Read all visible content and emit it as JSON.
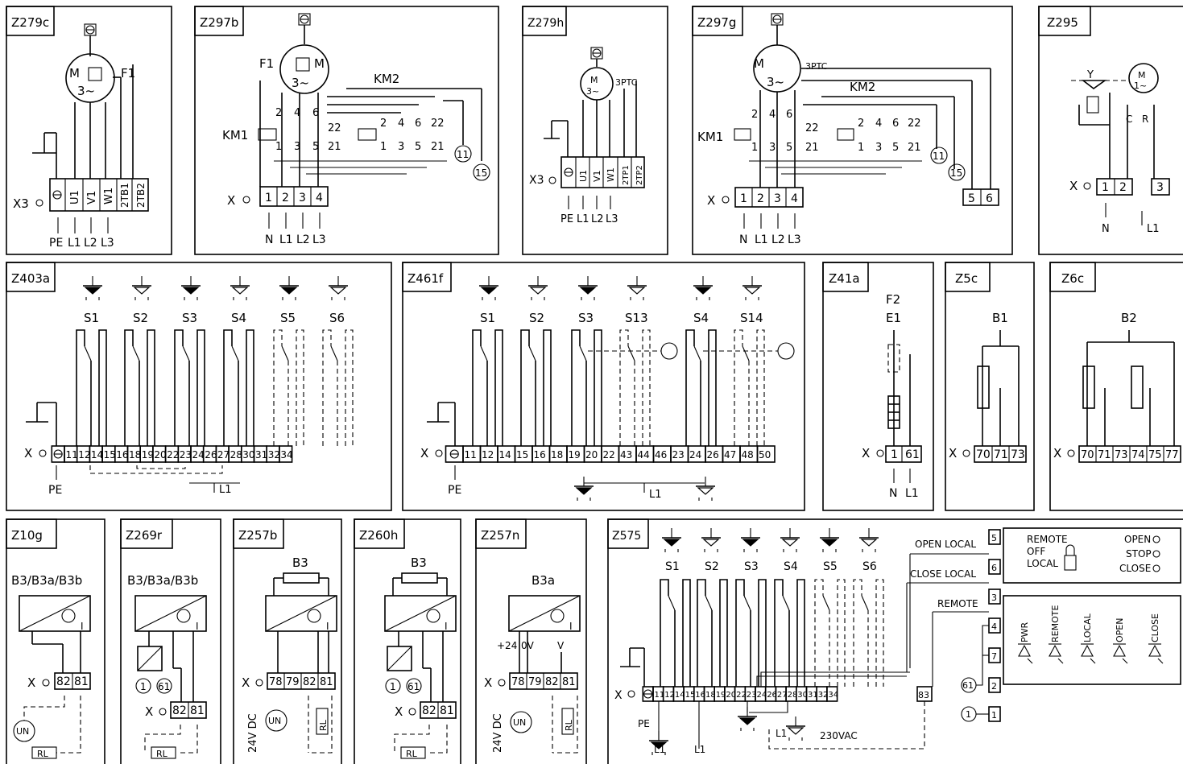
{
  "panels": {
    "z279c": {
      "tag": "Z279c",
      "motor_m": "M",
      "motor_phase": "3~",
      "fuse": "F1",
      "strip": "X3",
      "terminals": [
        "U1",
        "V1",
        "W1",
        "2TB1",
        "2TB2"
      ],
      "arrows": [
        "PE",
        "L1",
        "L2",
        "L3"
      ]
    },
    "z297b": {
      "tag": "Z297b",
      "motor_m": "M",
      "motor_phase": "3~",
      "fuse": "F1",
      "km1": "KM1",
      "km2": "KM2",
      "contact_top": [
        "2",
        "4",
        "6"
      ],
      "contact_bot": [
        "1",
        "3",
        "5"
      ],
      "c22": "22",
      "c21": "21",
      "circ11": "11",
      "circ15": "15",
      "strip": "X",
      "terminals": [
        "1",
        "2",
        "3",
        "4"
      ],
      "arrows": [
        "N",
        "L1",
        "L2",
        "L3"
      ]
    },
    "z279h": {
      "tag": "Z279h",
      "motor_m": "M",
      "motor_phase": "3~",
      "ptc": "3PTC",
      "strip": "X3",
      "terminals": [
        "U1",
        "V1",
        "W1",
        "2TP1",
        "2TP2"
      ],
      "arrows": [
        "PE",
        "L1",
        "L2",
        "L3"
      ]
    },
    "z297g": {
      "tag": "Z297g",
      "motor_m": "M",
      "motor_phase": "3~",
      "ptc": "3PTC",
      "km1": "KM1",
      "km2": "KM2",
      "contact_top": [
        "2",
        "4",
        "6"
      ],
      "contact_bot": [
        "1",
        "3",
        "5"
      ],
      "c22": "22",
      "c21": "21",
      "circ11": "11",
      "circ15": "15",
      "strip": "X",
      "terminals": [
        "1",
        "2",
        "3",
        "4"
      ],
      "extra": [
        "5",
        "6"
      ],
      "arrows": [
        "N",
        "L1",
        "L2",
        "L3"
      ]
    },
    "z295": {
      "tag": "Z295",
      "y": "Y",
      "motor_m": "M",
      "motor_phase": "1~",
      "c": "C",
      "r": "R",
      "strip": "X",
      "terminals": [
        "1",
        "2",
        "3"
      ],
      "arrows": [
        "N",
        "L1"
      ]
    },
    "z403a": {
      "tag": "Z403a",
      "switches": [
        "S1",
        "S2",
        "S3",
        "S4",
        "S5",
        "S6"
      ],
      "strip": "X",
      "terminals": [
        "11",
        "12",
        "14",
        "15",
        "16",
        "18",
        "19",
        "20",
        "22",
        "23",
        "24",
        "26",
        "27",
        "28",
        "30",
        "31",
        "32",
        "34"
      ],
      "pe": "PE",
      "l1": "L1"
    },
    "z461f": {
      "tag": "Z461f",
      "switches": [
        "S1",
        "S2",
        "S3",
        "S13",
        "S4",
        "S14"
      ],
      "strip": "X",
      "terminals": [
        "11",
        "12",
        "14",
        "15",
        "16",
        "18",
        "19",
        "20",
        "22",
        "43",
        "44",
        "46",
        "23",
        "24",
        "26",
        "47",
        "48",
        "50"
      ],
      "pe": "PE",
      "l1": "L1"
    },
    "z41a": {
      "tag": "Z41a",
      "f2": "F2",
      "e1": "E1",
      "strip": "X",
      "terminals": [
        "1",
        "61"
      ],
      "arrows": [
        "N",
        "L1"
      ]
    },
    "z5c": {
      "tag": "Z5c",
      "b": "B1",
      "strip": "X",
      "terminals": [
        "70",
        "71",
        "73"
      ]
    },
    "z6c": {
      "tag": "Z6c",
      "b": "B2",
      "strip": "X",
      "terminals": [
        "70",
        "71",
        "73",
        "74",
        "75",
        "77"
      ]
    },
    "z10g": {
      "tag": "Z10g",
      "label": "B3/B3a/B3b",
      "i": "I",
      "strip": "X",
      "terminals": [
        "82",
        "81"
      ],
      "un": "UN",
      "rl": "RL"
    },
    "z269r": {
      "tag": "Z269r",
      "label": "B3/B3a/B3b",
      "i": "I",
      "c1": "1",
      "c61": "61",
      "strip": "X",
      "terminals": [
        "82",
        "81"
      ],
      "rl": "RL"
    },
    "z257b": {
      "tag": "Z257b",
      "label": "B3",
      "i": "I",
      "strip": "X",
      "terminals": [
        "78",
        "79",
        "82",
        "81"
      ],
      "dc": "24V DC",
      "un": "UN",
      "rl": "RL"
    },
    "z260h": {
      "tag": "Z260h",
      "label": "B3",
      "i": "I",
      "c1": "1",
      "c61": "61",
      "strip": "X",
      "terminals": [
        "82",
        "81"
      ],
      "rl": "RL"
    },
    "z257n": {
      "tag": "Z257n",
      "label": "B3a",
      "i": "I",
      "p24": "+24",
      "ov": "0V",
      "v": "V",
      "strip": "X",
      "terminals": [
        "78",
        "79",
        "82",
        "81"
      ],
      "dc": "24V DC",
      "un": "UN",
      "rl": "RL"
    },
    "z575": {
      "tag": "Z575",
      "switches": [
        "S1",
        "S2",
        "S3",
        "S4",
        "S5",
        "S6"
      ],
      "strip": "X",
      "terminals": [
        "11",
        "12",
        "14",
        "15",
        "16",
        "18",
        "19",
        "20",
        "22",
        "23",
        "24",
        "26",
        "27",
        "28",
        "30",
        "31",
        "32",
        "34"
      ],
      "t83": "83",
      "pe": "PE",
      "l1": "L1",
      "vac": "230VAC",
      "open_local": "OPEN LOCAL",
      "close_local": "CLOSE LOCAL",
      "remote": "REMOTE",
      "side_terms": [
        "5",
        "6",
        "3",
        "4",
        "7",
        "2",
        "1"
      ],
      "c61": "61",
      "c1": "1",
      "sel_remote": "REMOTE",
      "sel_off": "OFF",
      "sel_local": "LOCAL",
      "btn_open": "OPEN",
      "btn_stop": "STOP",
      "btn_close": "CLOSE",
      "leds": [
        "PWR",
        "REMOTE",
        "LOCAL",
        "OPEN",
        "CLOSE"
      ]
    }
  }
}
